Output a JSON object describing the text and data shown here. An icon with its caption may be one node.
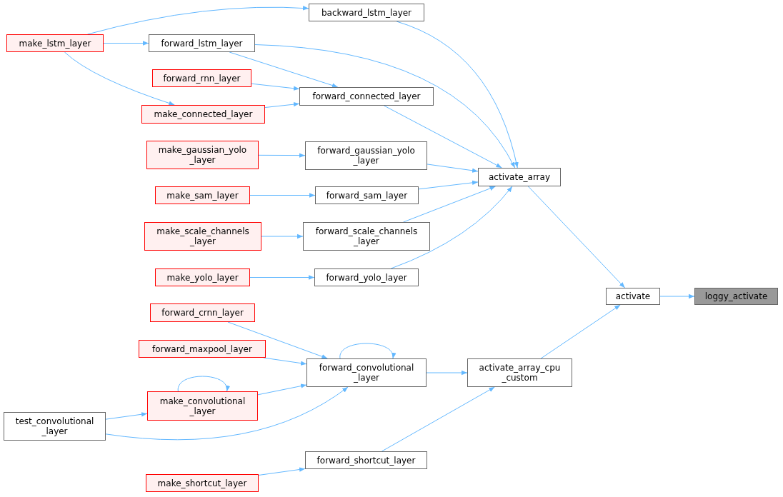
{
  "diagram": {
    "nodes": [
      {
        "text": [
          "loggy_activate"
        ]
      },
      {
        "text": [
          "activate"
        ]
      },
      {
        "text": [
          "activate_array"
        ]
      },
      {
        "text": [
          "activate_array_cpu _custom"
        ]
      },
      {
        "text": [
          "backward_lstm_layer"
        ]
      },
      {
        "text": [
          "forward_lstm_layer"
        ]
      },
      {
        "text": [
          "forward_connected_layer"
        ]
      },
      {
        "text": [
          "forward_gaussian_yolo _layer"
        ]
      },
      {
        "text": [
          "forward_sam_layer"
        ]
      },
      {
        "text": [
          "forward_scale_channels _layer"
        ]
      },
      {
        "text": [
          "forward_yolo_layer"
        ]
      },
      {
        "text": [
          "forward_convolutional _layer"
        ]
      },
      {
        "text": [
          "forward_shortcut_layer"
        ]
      },
      {
        "text": [
          "make_lstm_layer"
        ]
      },
      {
        "text": [
          "forward_rnn_layer"
        ]
      },
      {
        "text": [
          "make_connected_layer"
        ]
      },
      {
        "text": [
          "make_gaussian_yolo _layer"
        ]
      },
      {
        "text": [
          "make_sam_layer"
        ]
      },
      {
        "text": [
          "make_scale_channels _layer"
        ]
      },
      {
        "text": [
          "make_yolo_layer"
        ]
      },
      {
        "text": [
          "forward_crnn_layer"
        ]
      },
      {
        "text": [
          "forward_maxpool_layer"
        ]
      },
      {
        "text": [
          "make_convolutional _layer"
        ]
      },
      {
        "text": [
          "test_convolutional _layer"
        ]
      },
      {
        "text": [
          "make_shortcut_layer"
        ]
      }
    ],
    "edges": [
      {
        "from": 1,
        "to": 0,
        "arrow": "to"
      },
      {
        "from": 2,
        "to": 1,
        "arrow": "to"
      },
      {
        "from": 3,
        "to": 1,
        "arrow": "to"
      },
      {
        "from": 4,
        "to": 2,
        "arrow": "to"
      },
      {
        "from": 5,
        "to": 2,
        "arrow": "to"
      },
      {
        "from": 6,
        "to": 2,
        "arrow": "to"
      },
      {
        "from": 7,
        "to": 2,
        "arrow": "to"
      },
      {
        "from": 8,
        "to": 2,
        "arrow": "to"
      },
      {
        "from": 9,
        "to": 2,
        "arrow": "to"
      },
      {
        "from": 10,
        "to": 2,
        "arrow": "to"
      },
      {
        "from": 13,
        "to": 4,
        "arrow": "to"
      },
      {
        "from": 13,
        "to": 5,
        "arrow": "to"
      },
      {
        "from": 13,
        "to": 15,
        "arrow": "to"
      },
      {
        "from": 5,
        "to": 6,
        "arrow": "to"
      },
      {
        "from": 14,
        "to": 6,
        "arrow": "to"
      },
      {
        "from": 15,
        "to": 6,
        "arrow": "to"
      },
      {
        "from": 16,
        "to": 7,
        "arrow": "to"
      },
      {
        "from": 17,
        "to": 8,
        "arrow": "to"
      },
      {
        "from": 18,
        "to": 9,
        "arrow": "to"
      },
      {
        "from": 19,
        "to": 10,
        "arrow": "to"
      },
      {
        "from": 11,
        "to": 3,
        "arrow": "to"
      },
      {
        "from": 12,
        "to": 3,
        "arrow": "to"
      },
      {
        "from": 20,
        "to": 11,
        "arrow": "to"
      },
      {
        "from": 21,
        "to": 11,
        "arrow": "to"
      },
      {
        "from": 11,
        "to": 11,
        "arrow": "to"
      },
      {
        "from": 22,
        "to": 11,
        "arrow": "to"
      },
      {
        "from": 23,
        "to": 11,
        "arrow": "to"
      },
      {
        "from": 22,
        "to": 22,
        "arrow": "to"
      },
      {
        "from": 23,
        "to": 22,
        "arrow": "to"
      },
      {
        "from": 24,
        "to": 12,
        "arrow": "to"
      }
    ]
  }
}
